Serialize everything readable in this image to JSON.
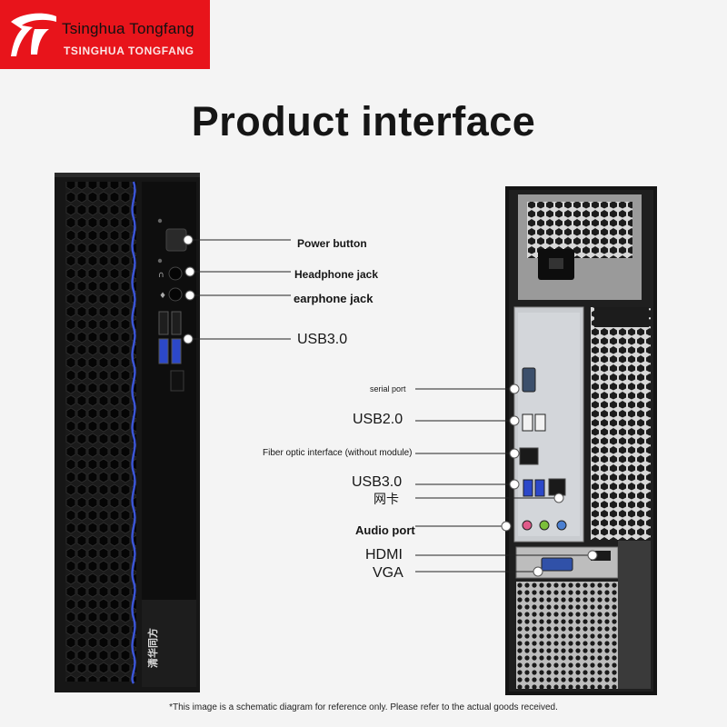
{
  "brand": {
    "name_cn": "Tsinghua Tongfang",
    "name_en": "TSINGHUA TONGFANG",
    "tower_logo_text": "清华同方"
  },
  "title": "Product interface",
  "front_labels": [
    {
      "id": "power",
      "text": "Power button"
    },
    {
      "id": "headphone",
      "text": "Headphone jack"
    },
    {
      "id": "earphone",
      "text": "earphone jack"
    },
    {
      "id": "usb30-front",
      "text": "USB3.0"
    }
  ],
  "rear_labels": [
    {
      "id": "serial",
      "text": "serial port"
    },
    {
      "id": "usb20",
      "text": "USB2.0"
    },
    {
      "id": "fiber",
      "text": "Fiber optic interface (without module)"
    },
    {
      "id": "usb30-rear",
      "text": "USB3.0"
    },
    {
      "id": "nic",
      "text": "网卡"
    },
    {
      "id": "audio",
      "text": "Audio port"
    },
    {
      "id": "hdmi",
      "text": "HDMI"
    },
    {
      "id": "vga",
      "text": "VGA"
    }
  ],
  "footnote": "*This image is a schematic diagram for reference only. Please refer to the actual goods received.",
  "colors": {
    "brand_red": "#e8141b",
    "case_black": "#141414",
    "accent_blue": "#3b55d6",
    "io_shield": "#c9ccd0"
  },
  "icons": [
    "logo-swoosh-icon",
    "power-icon",
    "headphone-icon",
    "mic-icon",
    "usb-icon"
  ]
}
